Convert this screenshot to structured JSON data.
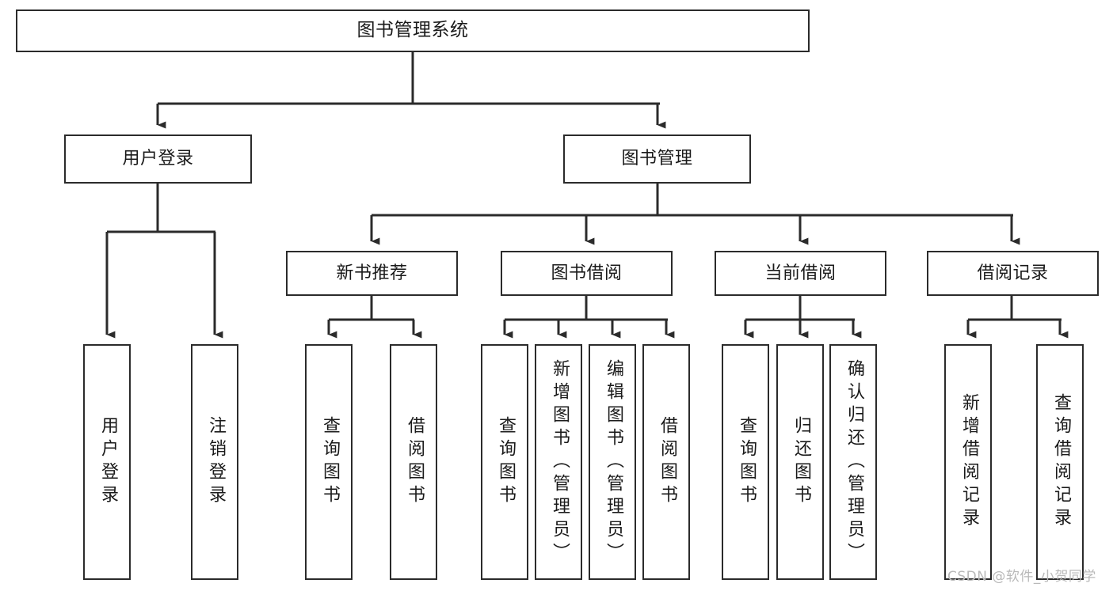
{
  "diagram": {
    "title": "图书管理系统",
    "type": "tree-hierarchy",
    "watermark": "CSDN @软件_小贺同学",
    "colors": {
      "box_border": "#2b2b2b",
      "connector": "#2b2b2b",
      "background": "#ffffff",
      "text": "#1a1a1a",
      "watermark": "#b9b9b9"
    },
    "root": {
      "label": "图书管理系统"
    },
    "level1": [
      {
        "id": "user-login",
        "label": "用户登录"
      },
      {
        "id": "book-management",
        "label": "图书管理"
      }
    ],
    "level2": [
      {
        "id": "new-book-recommend",
        "label": "新书推荐",
        "parent": "book-management"
      },
      {
        "id": "book-borrow",
        "label": "图书借阅",
        "parent": "book-management"
      },
      {
        "id": "current-borrow",
        "label": "当前借阅",
        "parent": "book-management"
      },
      {
        "id": "borrow-record",
        "label": "借阅记录",
        "parent": "book-management"
      }
    ],
    "leaves": [
      {
        "id": "leaf-user-login",
        "label": "用户登录",
        "parent": "user-login"
      },
      {
        "id": "leaf-logout",
        "label": "注销登录",
        "parent": "user-login"
      },
      {
        "id": "leaf-query-book-1",
        "label": "查询图书",
        "parent": "new-book-recommend"
      },
      {
        "id": "leaf-borrow-book-1",
        "label": "借阅图书",
        "parent": "new-book-recommend"
      },
      {
        "id": "leaf-query-book-2",
        "label": "查询图书",
        "parent": "book-borrow"
      },
      {
        "id": "leaf-add-book",
        "label": "新增图书（管理员）",
        "parent": "book-borrow"
      },
      {
        "id": "leaf-edit-book",
        "label": "编辑图书（管理员）",
        "parent": "book-borrow"
      },
      {
        "id": "leaf-borrow-book-2",
        "label": "借阅图书",
        "parent": "book-borrow"
      },
      {
        "id": "leaf-query-book-3",
        "label": "查询图书",
        "parent": "current-borrow"
      },
      {
        "id": "leaf-return-book",
        "label": "归还图书",
        "parent": "current-borrow"
      },
      {
        "id": "leaf-confirm-return",
        "label": "确认归还（管理员）",
        "parent": "current-borrow"
      },
      {
        "id": "leaf-add-record",
        "label": "新增借阅记录",
        "parent": "borrow-record"
      },
      {
        "id": "leaf-query-record",
        "label": "查询借阅记录",
        "parent": "borrow-record"
      }
    ]
  }
}
